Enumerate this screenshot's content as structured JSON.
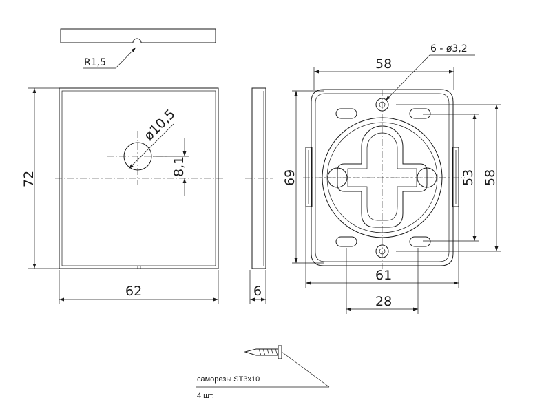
{
  "top_view": {
    "radius_label": "R1,5"
  },
  "front_view": {
    "height_label": "72",
    "width_label": "62",
    "hole_label": "ø10,5",
    "offset_label": "8,1"
  },
  "side_view": {
    "thickness_label": "6"
  },
  "mount_view": {
    "holes_label": "6 - ø3,2",
    "top_width_label": "58",
    "height_left_label": "69",
    "inner_height_label": "53",
    "outer_height_label": "58",
    "bottom_width_label": "61",
    "hole_spacing_label": "28"
  },
  "screw": {
    "label": "саморезы ST3x10",
    "qty_label": "4 шт."
  }
}
